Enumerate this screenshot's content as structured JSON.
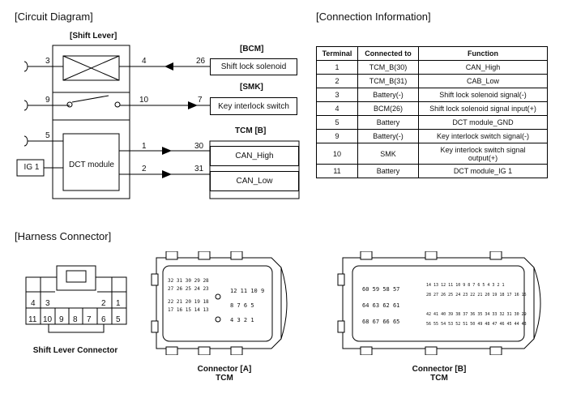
{
  "circuit": {
    "title": "[Circuit  Diagram]",
    "shift_lever_label": "[Shift Lever]",
    "bcm_label": "[BCM]",
    "smk_label": "[SMK]",
    "tcm_label": "TCM [B]",
    "ig1_label": "IG 1",
    "dct_module_label": "DCT module",
    "shift_lock_solenoid": "Shift lock solenoid",
    "key_interlock_switch": "Key interlock switch",
    "can_high": "CAN_High",
    "can_low": "CAN_Low",
    "pins": {
      "sl_3": "3",
      "sl_4": "4",
      "bcm_26": "26",
      "sl_9": "9",
      "sl_10": "10",
      "smk_7": "7",
      "sl_5": "5",
      "sl_1": "1",
      "sl_2": "2",
      "tcm_30": "30",
      "tcm_31": "31"
    }
  },
  "connection_info": {
    "title": "[Connection Information]",
    "headers": [
      "Terminal",
      "Connected to",
      "Function"
    ],
    "rows": [
      {
        "terminal": "1",
        "connected_to": "TCM_B(30)",
        "function": "CAN_High"
      },
      {
        "terminal": "2",
        "connected_to": "TCM_B(31)",
        "function": "CAB_Low"
      },
      {
        "terminal": "3",
        "connected_to": "Battery(-)",
        "function": "Shift lock solenoid signal(-)"
      },
      {
        "terminal": "4",
        "connected_to": "BCM(26)",
        "function": "Shift lock solenoid signal input(+)"
      },
      {
        "terminal": "5",
        "connected_to": "Battery",
        "function": "DCT module_GND"
      },
      {
        "terminal": "9",
        "connected_to": "Battery(-)",
        "function": "Key interlock switch signal(-)"
      },
      {
        "terminal": "10",
        "connected_to": "SMK",
        "function_line1": "Key interlock switch signal",
        "function_line2": "output(+)"
      },
      {
        "terminal": "11",
        "connected_to": "Battery",
        "function": "DCT module_IG 1"
      }
    ]
  },
  "harness": {
    "title": "[Harness Connector]",
    "shift_lever_connector": {
      "top_pins": [
        "4",
        "3",
        "2",
        "1"
      ],
      "bottom_pins": [
        "11",
        "10",
        "9",
        "8",
        "7",
        "6",
        "5"
      ],
      "caption": "Shift Lever Connector"
    },
    "connector_a": {
      "caption_line1": "Connector [A]",
      "caption_line2": "TCM",
      "left_rows": [
        [
          "32",
          "31",
          "30",
          "29",
          "28"
        ],
        [
          "27",
          "26",
          "25",
          "24",
          "23"
        ],
        [
          "22",
          "21",
          "20",
          "19",
          "18"
        ],
        [
          "17",
          "16",
          "15",
          "14",
          "13"
        ]
      ],
      "right_rows": [
        [
          "12",
          "11",
          "10",
          "9"
        ],
        [
          "8",
          "7",
          "6",
          "5"
        ],
        [
          "4",
          "3",
          "2",
          "1"
        ]
      ]
    },
    "connector_b": {
      "caption_line1": "Connector [B]",
      "caption_line2": "TCM",
      "round_pins": [
        [
          "60",
          "59",
          "58",
          "57"
        ],
        [
          "64",
          "63",
          "62",
          "61"
        ],
        [
          "68",
          "67",
          "66",
          "65"
        ]
      ],
      "small_rows": [
        [
          "14",
          "13",
          "12",
          "11",
          "10",
          "9",
          "8",
          "7",
          "6",
          "5",
          "4",
          "3",
          "2",
          "1"
        ],
        [
          "28",
          "27",
          "26",
          "25",
          "24",
          "23",
          "22",
          "21",
          "20",
          "19",
          "18",
          "17",
          "16",
          "15"
        ],
        [
          "42",
          "41",
          "40",
          "39",
          "38",
          "37",
          "36",
          "35",
          "34",
          "33",
          "32",
          "31",
          "30",
          "29"
        ],
        [
          "56",
          "55",
          "54",
          "53",
          "52",
          "51",
          "50",
          "49",
          "48",
          "47",
          "46",
          "45",
          "44",
          "43"
        ]
      ]
    }
  }
}
